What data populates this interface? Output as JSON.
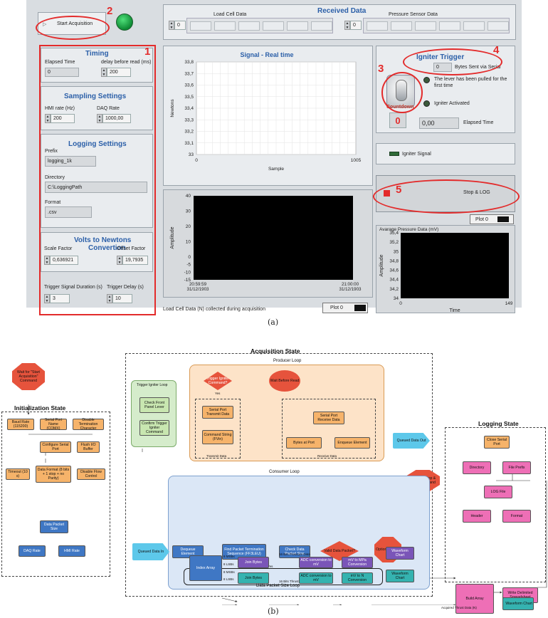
{
  "panel": {
    "start_button": "Start Acquisition",
    "received_title": "Received Data",
    "load_cell_label": "Load Cell Data",
    "pressure_label": "Pressure Sensor Data",
    "load_cell_index": "0",
    "pressure_index": "0",
    "timing": {
      "title": "Timing",
      "elapsed_label": "Elapsed Time",
      "elapsed_value": "0",
      "delay_label": "delay before read (ms)",
      "delay_value": "200"
    },
    "sampling": {
      "title": "Sampling Settings",
      "hmi_label": "HMI rate (Hz)",
      "hmi_value": "200",
      "daq_label": "DAQ Rate",
      "daq_value": "1000,00"
    },
    "logging": {
      "title": "Logging Settings",
      "prefix_label": "Prefix",
      "prefix_value": "logging_1k",
      "directory_label": "Directory",
      "directory_value": "C:\\LoggingPath",
      "format_label": "Format",
      "format_value": ".csv"
    },
    "volts": {
      "title": "Volts to Newtons",
      "title2": "Convertion",
      "scale_label": "Scale Factor",
      "scale_value": "0,636921",
      "offset_label": "Offset Factor",
      "offset_value": "19,7935"
    },
    "trigger_duration_label": "Trigger Signal Duration (s)",
    "trigger_duration_value": "3",
    "trigger_delay_label": "Trigger Delay (s)",
    "trigger_delay_value": "10",
    "igniter": {
      "title": "Igniter Trigger",
      "bytes_value": "0",
      "bytes_label": "Bytes Sent via Serial",
      "lever_msg": "The lever has been pulled for the first time",
      "activated_label": "Igniter Activated",
      "countdown_label": "Countdown",
      "countdown_value": "0",
      "elapsed_value": "0,00",
      "elapsed_label": "Elapsed Time",
      "signal_label": "Igniter Signal"
    },
    "stop_button": "Stop & LOG",
    "plot_label": "Plot 0",
    "lower_plot_label": "Plot 0",
    "load_caption": "Load Cell Data (N) collected during acquisition",
    "markers": [
      "1",
      "2",
      "3",
      "4",
      "5"
    ]
  },
  "chart_data": [
    {
      "type": "line",
      "title": "Signal - Real time",
      "xlabel": "Sample",
      "ylabel": "Newtons",
      "xlim": [
        0,
        1005
      ],
      "ylim": [
        33,
        33.8
      ],
      "x_ticks": [
        "0",
        "1005"
      ],
      "y_ticks": [
        "33",
        "33,1",
        "33,2",
        "33,3",
        "33,4",
        "33,5",
        "33,6",
        "33,7",
        "33,8"
      ],
      "grid": true,
      "series": []
    },
    {
      "type": "line",
      "title": "",
      "xlabel": "",
      "ylabel": "Amplitude",
      "ylim": [
        -15,
        40
      ],
      "x_ticks": [
        "20:59:59\n31/12/1903",
        "21:00:00\n31/12/1903"
      ],
      "y_ticks": [
        "40",
        "30",
        "20",
        "10",
        "0",
        "-5",
        "-10",
        "-15"
      ],
      "grid": false,
      "series": []
    },
    {
      "type": "line",
      "title": "Avarage Pressure Data (mV)",
      "xlabel": "Time",
      "ylabel": "Amplitude",
      "xlim": [
        0,
        149
      ],
      "ylim": [
        34,
        35.4
      ],
      "x_ticks": [
        "0",
        "149"
      ],
      "y_ticks": [
        "35,4",
        "35,2",
        "35",
        "34,8",
        "34,6",
        "34,4",
        "34,2",
        "34"
      ],
      "grid": false,
      "series": []
    }
  ],
  "caption_a": "(a)",
  "caption_b": "(b)",
  "diagram": {
    "acquisition_title": "Acquisition State",
    "producer_title": "Producer Loop",
    "consumer_title": "Consumer Loop",
    "trigger_loop_title": "Trigger Igniter Loop",
    "init_title": "Initialization State",
    "logging_title": "Logging State",
    "packet_loop_title": "Data Packet Size Loop",
    "wait_start": "Wait for \"Start Acquisition\" Command",
    "wait_stop": "Wait for \"Stop & Log\" Command",
    "init": {
      "baud": "Baud Rate (115200)",
      "port_name": "Serial Port Name (COMX)",
      "disable_term": "Disable Termination Character",
      "configure": "Configure Serial Port",
      "flush": "Flush I/O Buffer",
      "timeout": "Timeout (10 s)",
      "format": "Data Format (8 bits + 1 stop + no Parity)",
      "flow": "Disable Flow Control",
      "packet_size": "Data Packet Size",
      "daq_rate": "DAQ Rate",
      "hmi_rate": "HMI Rate"
    },
    "trigger": {
      "check_lever": "Check Front Panel Lever",
      "confirm": "Confirm Trigger Igniter Command"
    },
    "producer": {
      "decision": "Trigger Igniter Command?",
      "yes": "Yes",
      "wait_read": "Wait Before Read",
      "transmit": "Serial Port Transmit Data",
      "command": "Command String (FVin)",
      "transmit_label": "Transmit Data",
      "receive": "Serial Port Receive Data",
      "bytes": "Bytes at Port",
      "enqueue": "Enqueue Element",
      "receive_label": "Receive Data",
      "queued_out": "Queued Data Out"
    },
    "consumer": {
      "queued_in": "Queued Data In",
      "dequeue": "Dequeue Element",
      "find_packet": "Find Packet Termination Sequence (FF3LEU)",
      "check_size": "Check Data Packet Size",
      "valid": "Valid Data Packet?",
      "yes": "Yes",
      "timer": "Optional Timer",
      "index": "Index Array",
      "msb1": "8 MSBs",
      "lsb1": "8 LSBs",
      "msb2": "8 MSBs",
      "lsb2": "8 LSBs",
      "join1": "Join Bytes",
      "join2": "Join Bytes",
      "bits_pressure": "16 Bits Pressure Data",
      "bits_thrust": "16 Bits Thrust Data",
      "adc1": "ADC conversion to mV",
      "adc2": "ADC conversion to mV",
      "mpa": "mV to MPa Conversion",
      "newton": "mV to N Conversion",
      "chart1": "Waveform Chart",
      "chart2": "Waveform Chart"
    },
    "logging": {
      "close": "Close Serial Port",
      "directory": "Directory",
      "prefix": "File Prefix",
      "log_file": "LOG File",
      "header": "Header",
      "format": "Format",
      "build": "Build Array",
      "write": "Write Delimited Spreadsheet",
      "thrust_label": "Acquired Thrust Data (N)",
      "chart": "Waveform Chart"
    }
  }
}
